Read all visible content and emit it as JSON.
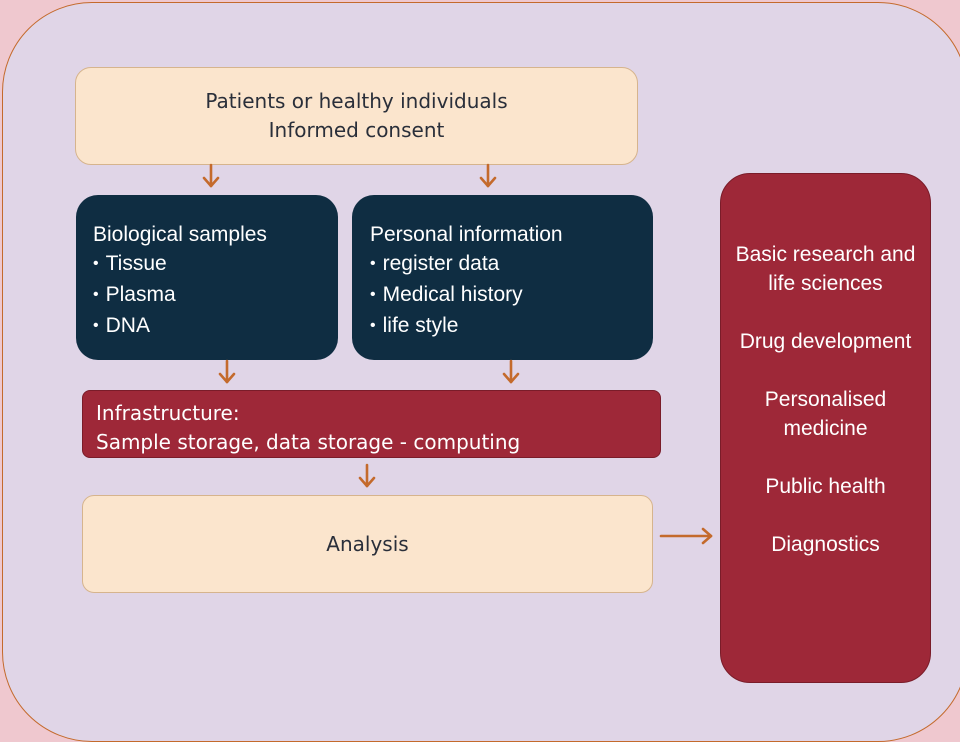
{
  "top": {
    "line1": "Patients or healthy individuals",
    "line2": "Informed consent"
  },
  "biological": {
    "title": "Biological samples",
    "items": [
      "Tissue",
      "Plasma",
      "DNA"
    ]
  },
  "personal": {
    "title": "Personal information",
    "items": [
      "register data",
      "Medical history",
      "life style"
    ]
  },
  "infrastructure": {
    "line1": "Infrastructure:",
    "line2": "Sample storage, data storage - computing"
  },
  "analysis": {
    "label": "Analysis"
  },
  "outcomes": {
    "items": [
      "Basic research and life sciences",
      "Drug development",
      "Personalised medicine",
      "Public health",
      "Diagnostics"
    ]
  },
  "colors": {
    "arrow": "#c46a2c",
    "navy": "#0f2d42",
    "crimson": "#9e2838",
    "cream": "#fbe5cd",
    "lavender": "#e0d5e7",
    "pink": "#efc8cf"
  }
}
